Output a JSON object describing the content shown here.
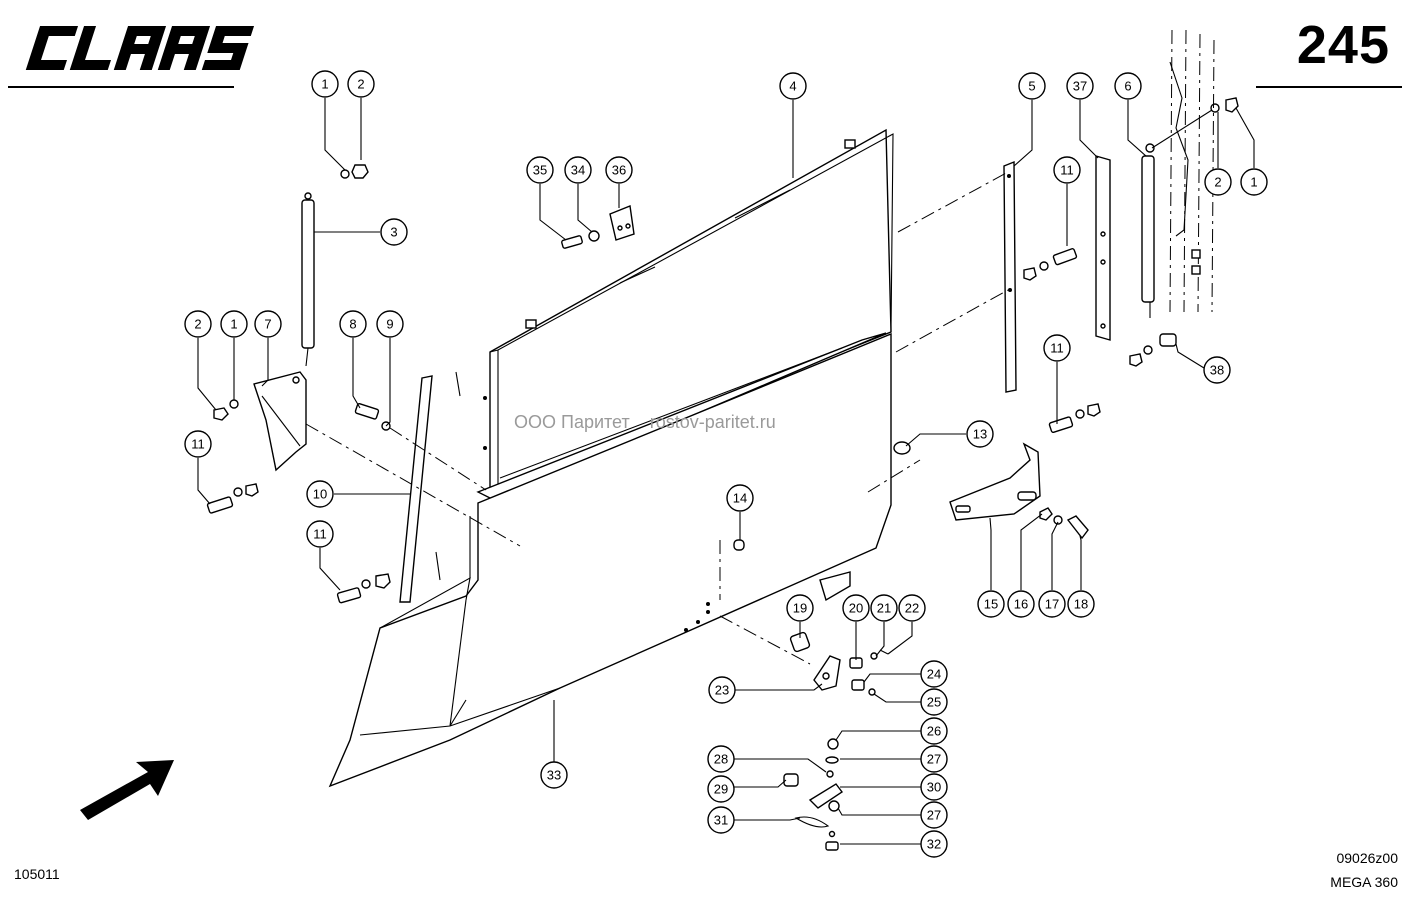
{
  "header": {
    "brand": "CLAAS",
    "page_number": "245"
  },
  "footer": {
    "left_code": "105011",
    "drawing_code": "09026z00",
    "model": "MEGA 360"
  },
  "watermark": {
    "company": "ООО Паритет",
    "website": "rostov-paritet.ru"
  },
  "callouts": {
    "c1a": "1",
    "c2a": "2",
    "c3": "3",
    "c4": "4",
    "c5": "5",
    "c37": "37",
    "c6": "6",
    "c2b": "2",
    "c1b": "1",
    "c35": "35",
    "c34": "34",
    "c36": "36",
    "c11a": "11",
    "c2c": "2",
    "c1c": "1",
    "c7": "7",
    "c8": "8",
    "c9": "9",
    "c38": "38",
    "c11b": "11",
    "c13": "13",
    "c11c": "11",
    "c10": "10",
    "c14": "14",
    "c11d": "11",
    "c15": "15",
    "c16": "16",
    "c17": "17",
    "c18": "18",
    "c19": "19",
    "c20": "20",
    "c21": "21",
    "c22": "22",
    "c23": "23",
    "c24": "24",
    "c25": "25",
    "c26": "26",
    "c27a": "27",
    "c28": "28",
    "c30": "30",
    "c29": "29",
    "c27b": "27",
    "c31": "31",
    "c32": "32",
    "c33": "33"
  },
  "icons": {
    "direction": "arrow-icon",
    "logo": "claas-logo"
  }
}
